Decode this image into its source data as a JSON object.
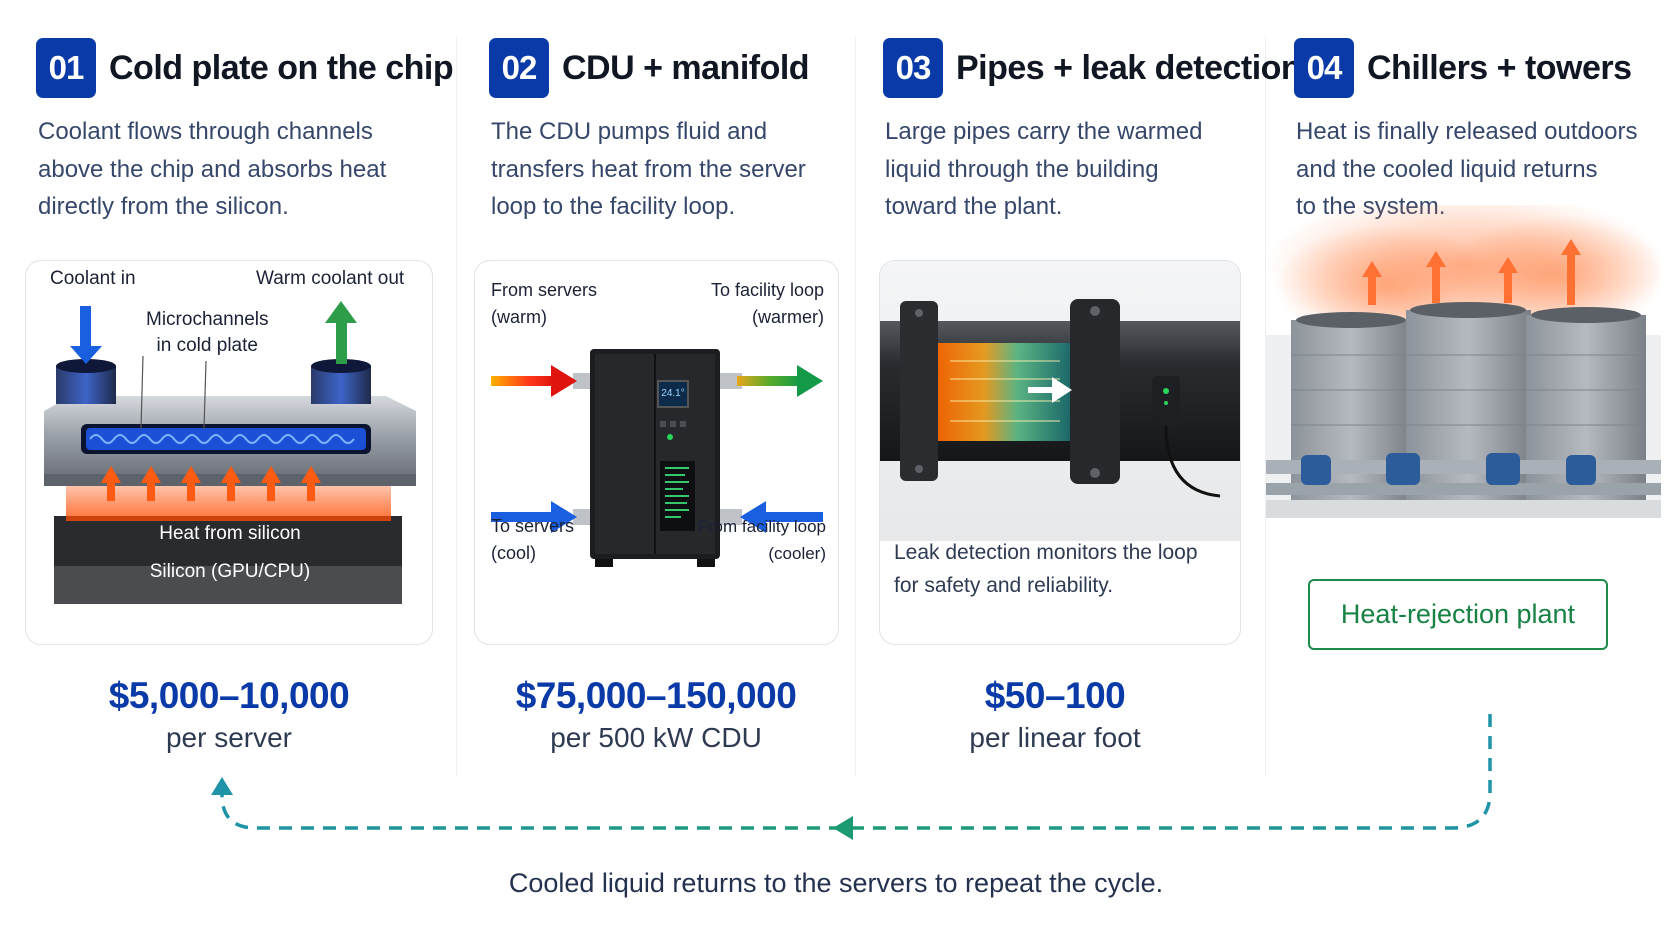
{
  "steps": [
    {
      "num": "01",
      "title": "Cold plate on the chip",
      "desc": [
        "Coolant flows through channels",
        "above the chip and absorbs heat",
        "directly from the silicon."
      ],
      "price": "$5,000–10,000",
      "unit": "per server"
    },
    {
      "num": "02",
      "title": "CDU + manifold",
      "desc": [
        "The CDU pumps fluid and",
        "transfers heat from the server",
        "loop to the facility loop."
      ],
      "price": "$75,000–150,000",
      "unit": "per 500 kW CDU"
    },
    {
      "num": "03",
      "title": "Pipes + leak detection",
      "desc": [
        "Large pipes carry the warmed",
        "liquid through the building",
        "toward the plant."
      ],
      "price": "$50–100",
      "unit": "per linear foot"
    },
    {
      "num": "04",
      "title": "Chillers + towers",
      "desc": [
        "Heat is finally released outdoors",
        "and the cooled liquid returns",
        "to the system."
      ]
    }
  ],
  "cold_plate": {
    "coolant_in": "Coolant in",
    "warm_out": "Warm coolant out",
    "microchannels": [
      "Microchannels",
      "in cold plate"
    ],
    "heat_from_silicon": "Heat from silicon",
    "silicon": "Silicon (GPU/CPU)"
  },
  "cdu": {
    "from_servers": [
      "From servers",
      "(warm)"
    ],
    "to_facility": [
      "To facility loop",
      "(warmer)"
    ],
    "to_servers": [
      "To servers",
      "(cool)"
    ],
    "from_facility": [
      "From facility loop",
      "(cooler)"
    ],
    "screen_text": "24.1°"
  },
  "pipes": {
    "leak_note": [
      "Leak detection monitors the loop",
      "for safety and reliability."
    ]
  },
  "plant": {
    "label": "Heat-rejection plant"
  },
  "footer": "Cooled liquid returns to the servers to repeat the cycle.",
  "colors": {
    "accent_blue": "#0a3aa8",
    "green": "#178243",
    "loop_teal": "#1f93a8",
    "heat_orange": "#ff6a1a",
    "cool_blue": "#1a5fe0"
  }
}
